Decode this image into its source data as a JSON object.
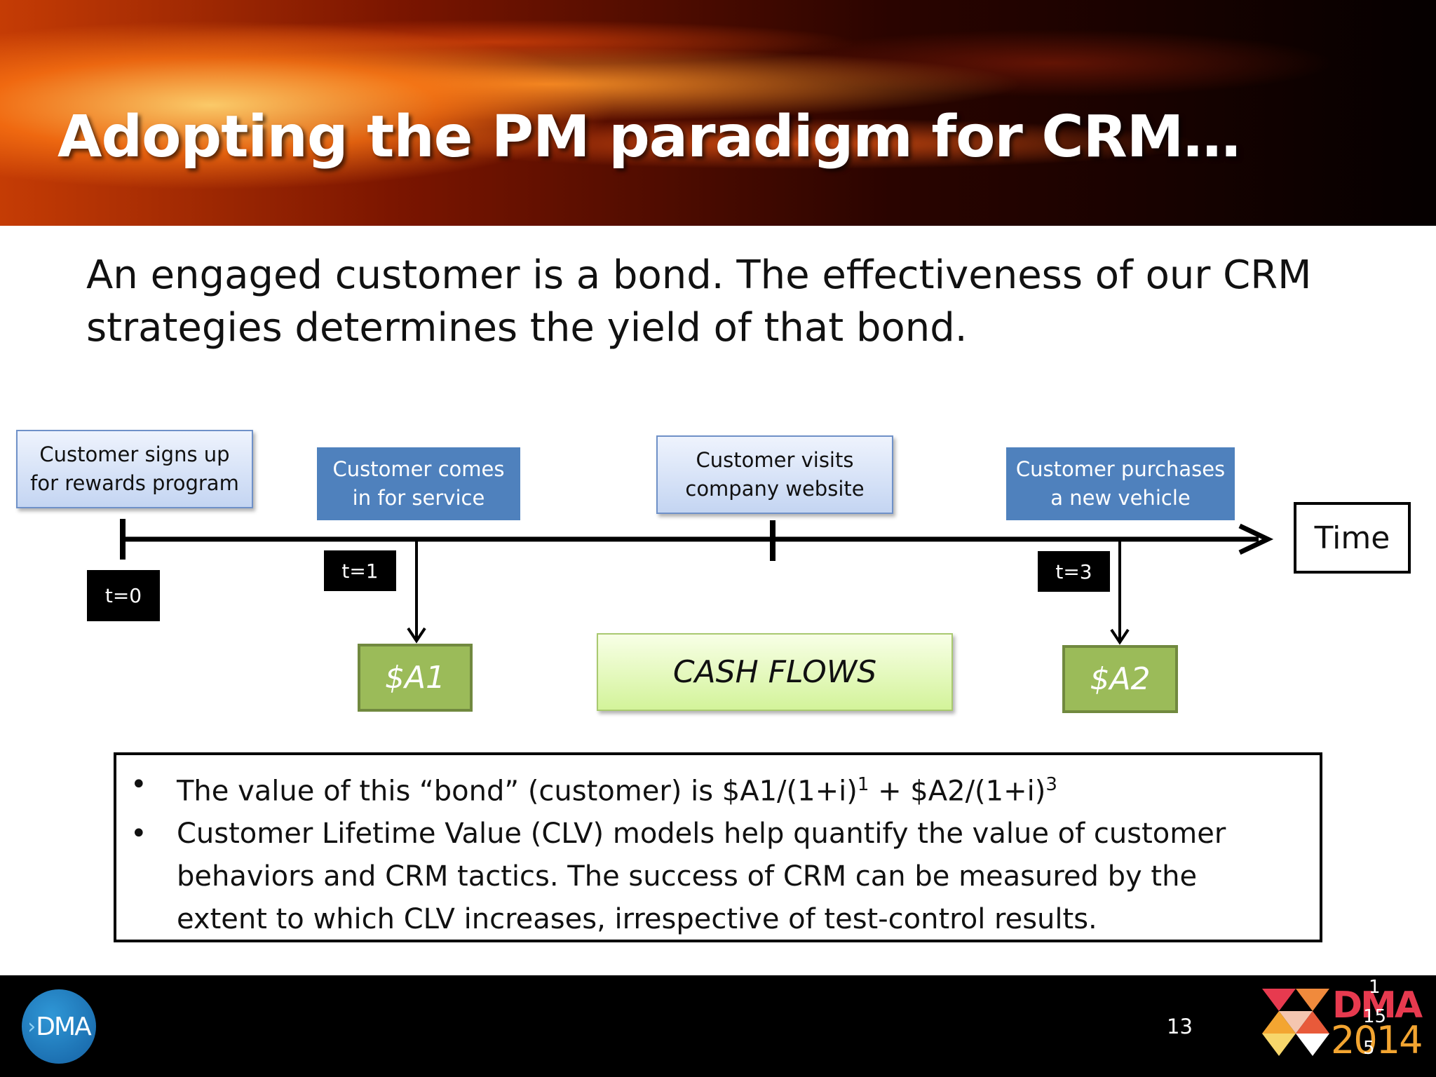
{
  "slide": {
    "title": "Adopting the PM paradigm for CRM…",
    "intro": "An engaged customer is a bond.  The effectiveness of our CRM strategies determines the yield of that bond."
  },
  "timeline": {
    "events": [
      "Customer signs up for rewards program",
      "Customer comes in for service",
      "Customer visits company website",
      "Customer purchases a new vehicle"
    ],
    "time_labels": [
      "t=0",
      "t=1",
      "t=3"
    ],
    "cash_flows": [
      "$A1",
      "$A2"
    ],
    "cash_flows_label": "CASH FLOWS",
    "axis_label": "Time"
  },
  "bullets": {
    "b1_text": "The value of this “bond” (customer) is $A1/(1+i)",
    "b1_exp1": "1",
    "b1_mid": " + $A2/(1+i)",
    "b1_exp2": "3",
    "b2_text": "Customer Lifetime Value (CLV) models help quantify the value of customer behaviors and CRM tactics.  The success of CRM can be measured by the extent to which CLV increases, irrespective of test-control results.",
    "marker": "•"
  },
  "footer": {
    "logo_text": "DMA",
    "page_number": "13",
    "brand_name": "DMA",
    "brand_year": "2014",
    "overlay_digits": [
      "1",
      "15",
      "5"
    ]
  },
  "colors": {
    "event_light_fill": "#c4d5f2",
    "event_dark_fill": "#4f81bd",
    "cash_flow_fill": "#9bbb59",
    "cash_flows_fill": "#d3f39a",
    "brand_red": "#e73a4f",
    "brand_orange": "#f3a531"
  }
}
